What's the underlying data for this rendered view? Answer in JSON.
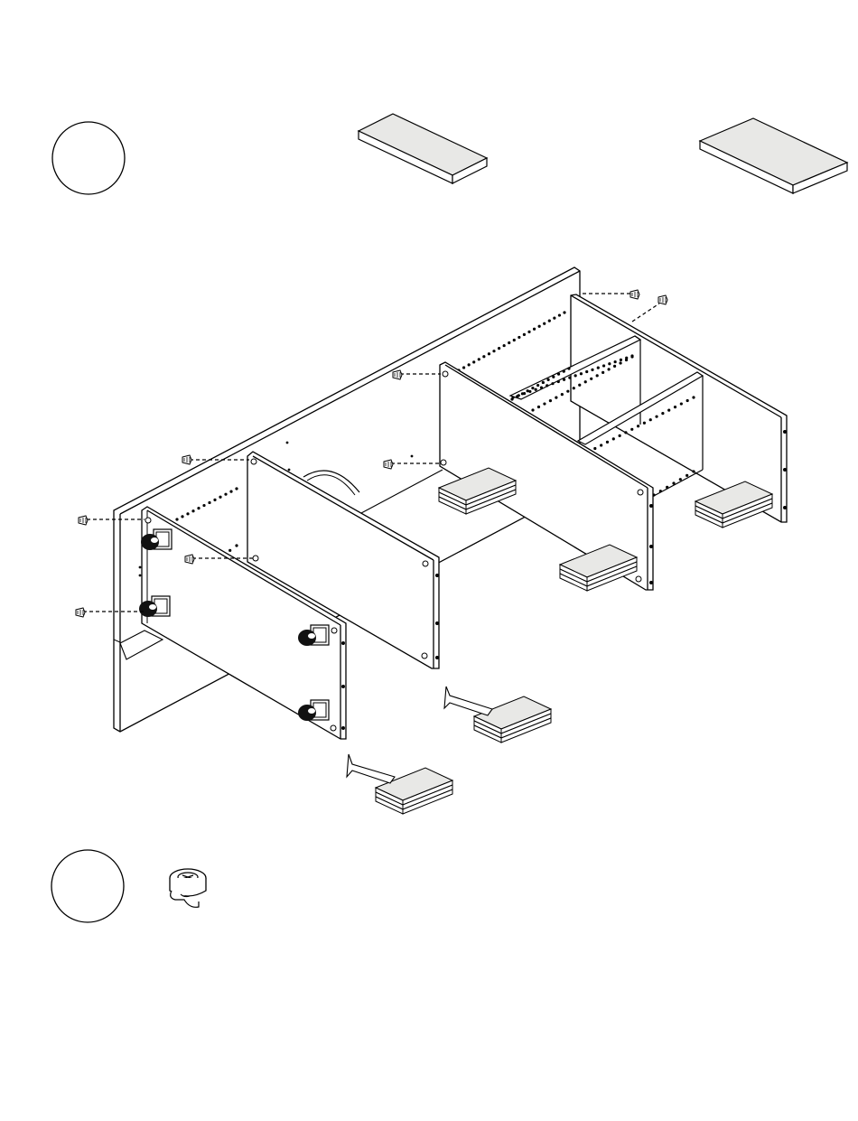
{
  "page": {
    "title": "",
    "step_top": {
      "number": ""
    },
    "step_bottom": {
      "number": ""
    }
  },
  "colors": {
    "line": "#000000",
    "panel_face": "#ffffff",
    "shelf_fill": "#e8e8e6",
    "caster_fill": "#111111"
  },
  "icons": {
    "cam_lock": "cam-lock-fitting-icon",
    "screw": "dowel-screw-icon",
    "arrow": "insert-direction-arrow-icon",
    "caster": "caster-wheel-icon"
  },
  "parts": {
    "top_shelves": 2,
    "stacked_shelf_groups": 5,
    "casters": 4,
    "cam_screws": 9
  }
}
